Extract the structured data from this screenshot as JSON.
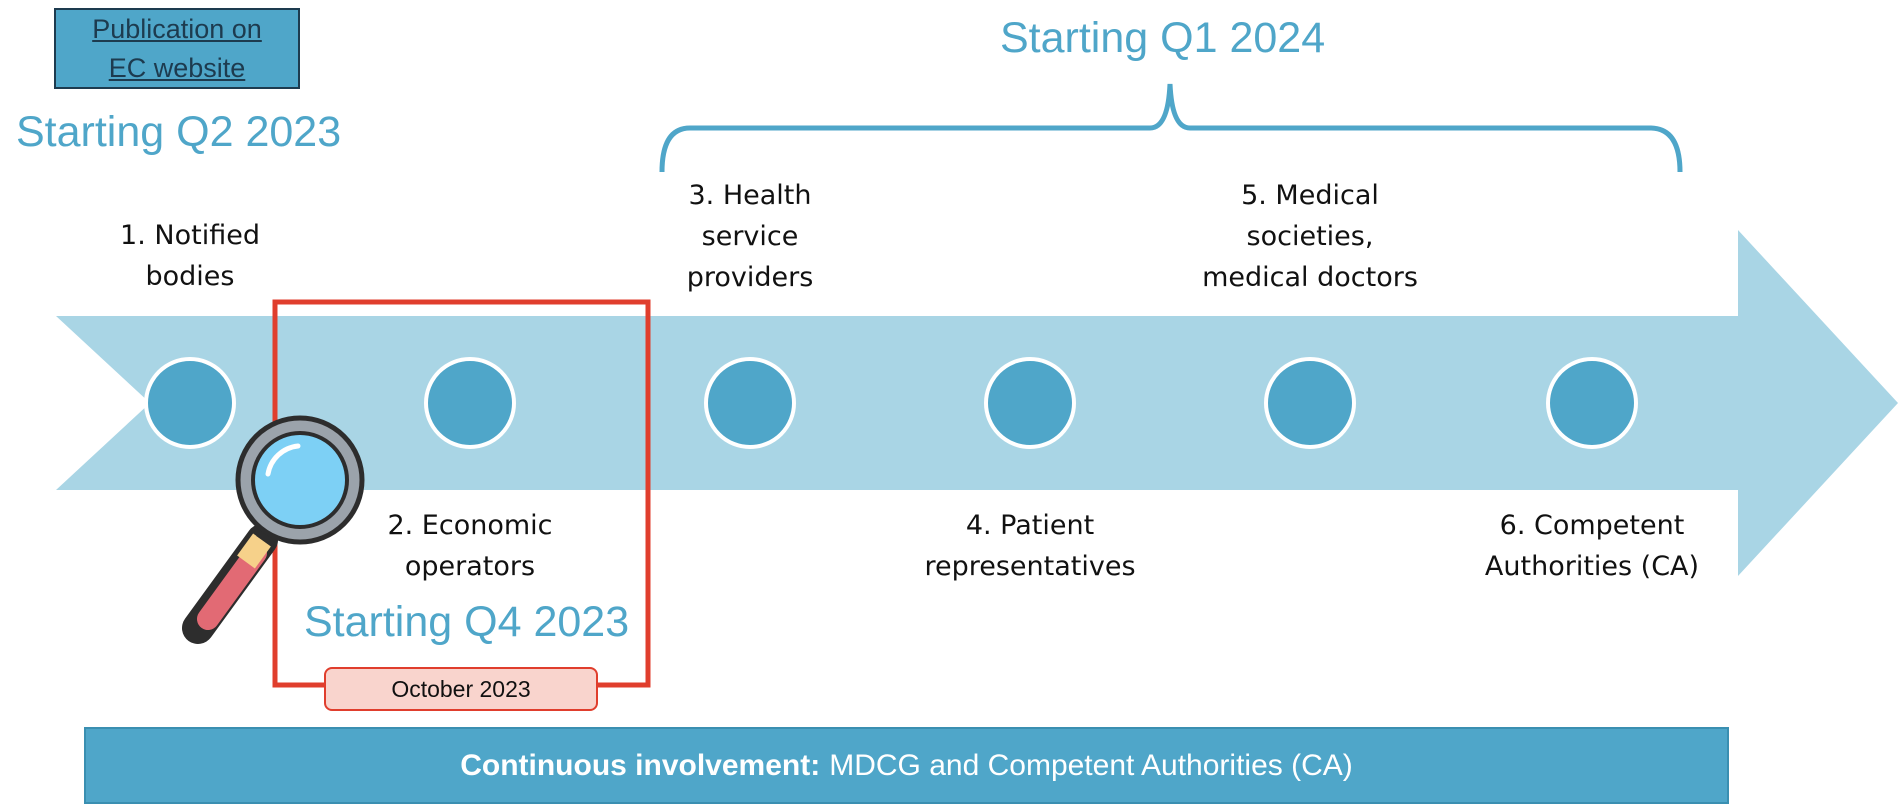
{
  "publication_link": {
    "line1": "Publication on",
    "line2": "EC website"
  },
  "phases": {
    "q2_2023": "Starting Q2 2023",
    "q4_2023": "Starting Q4 2023",
    "q1_2024": "Starting Q1 2024"
  },
  "stakeholders": [
    {
      "lines": [
        "1. Notified",
        "bodies"
      ]
    },
    {
      "lines": [
        "2. Economic",
        "operators"
      ]
    },
    {
      "lines": [
        "3. Health",
        "service",
        "providers"
      ]
    },
    {
      "lines": [
        "4. Patient",
        "representatives"
      ]
    },
    {
      "lines": [
        "5. Medical",
        "societies,",
        "medical doctors"
      ]
    },
    {
      "lines": [
        "6. Competent",
        "Authorities (CA)"
      ]
    }
  ],
  "highlight_date": "October 2023",
  "continuous": {
    "label": "Continuous involvement:",
    "text": "MDCG and Competent Authorities (CA)"
  },
  "colors": {
    "arrow": "#a9d5e5",
    "node": "#4fa6c9",
    "accent": "#4fa6c9",
    "highlight": "#e03e2d",
    "pill": "#f9d4cd"
  },
  "icons": {
    "magnifier": "magnifying-glass-icon"
  }
}
